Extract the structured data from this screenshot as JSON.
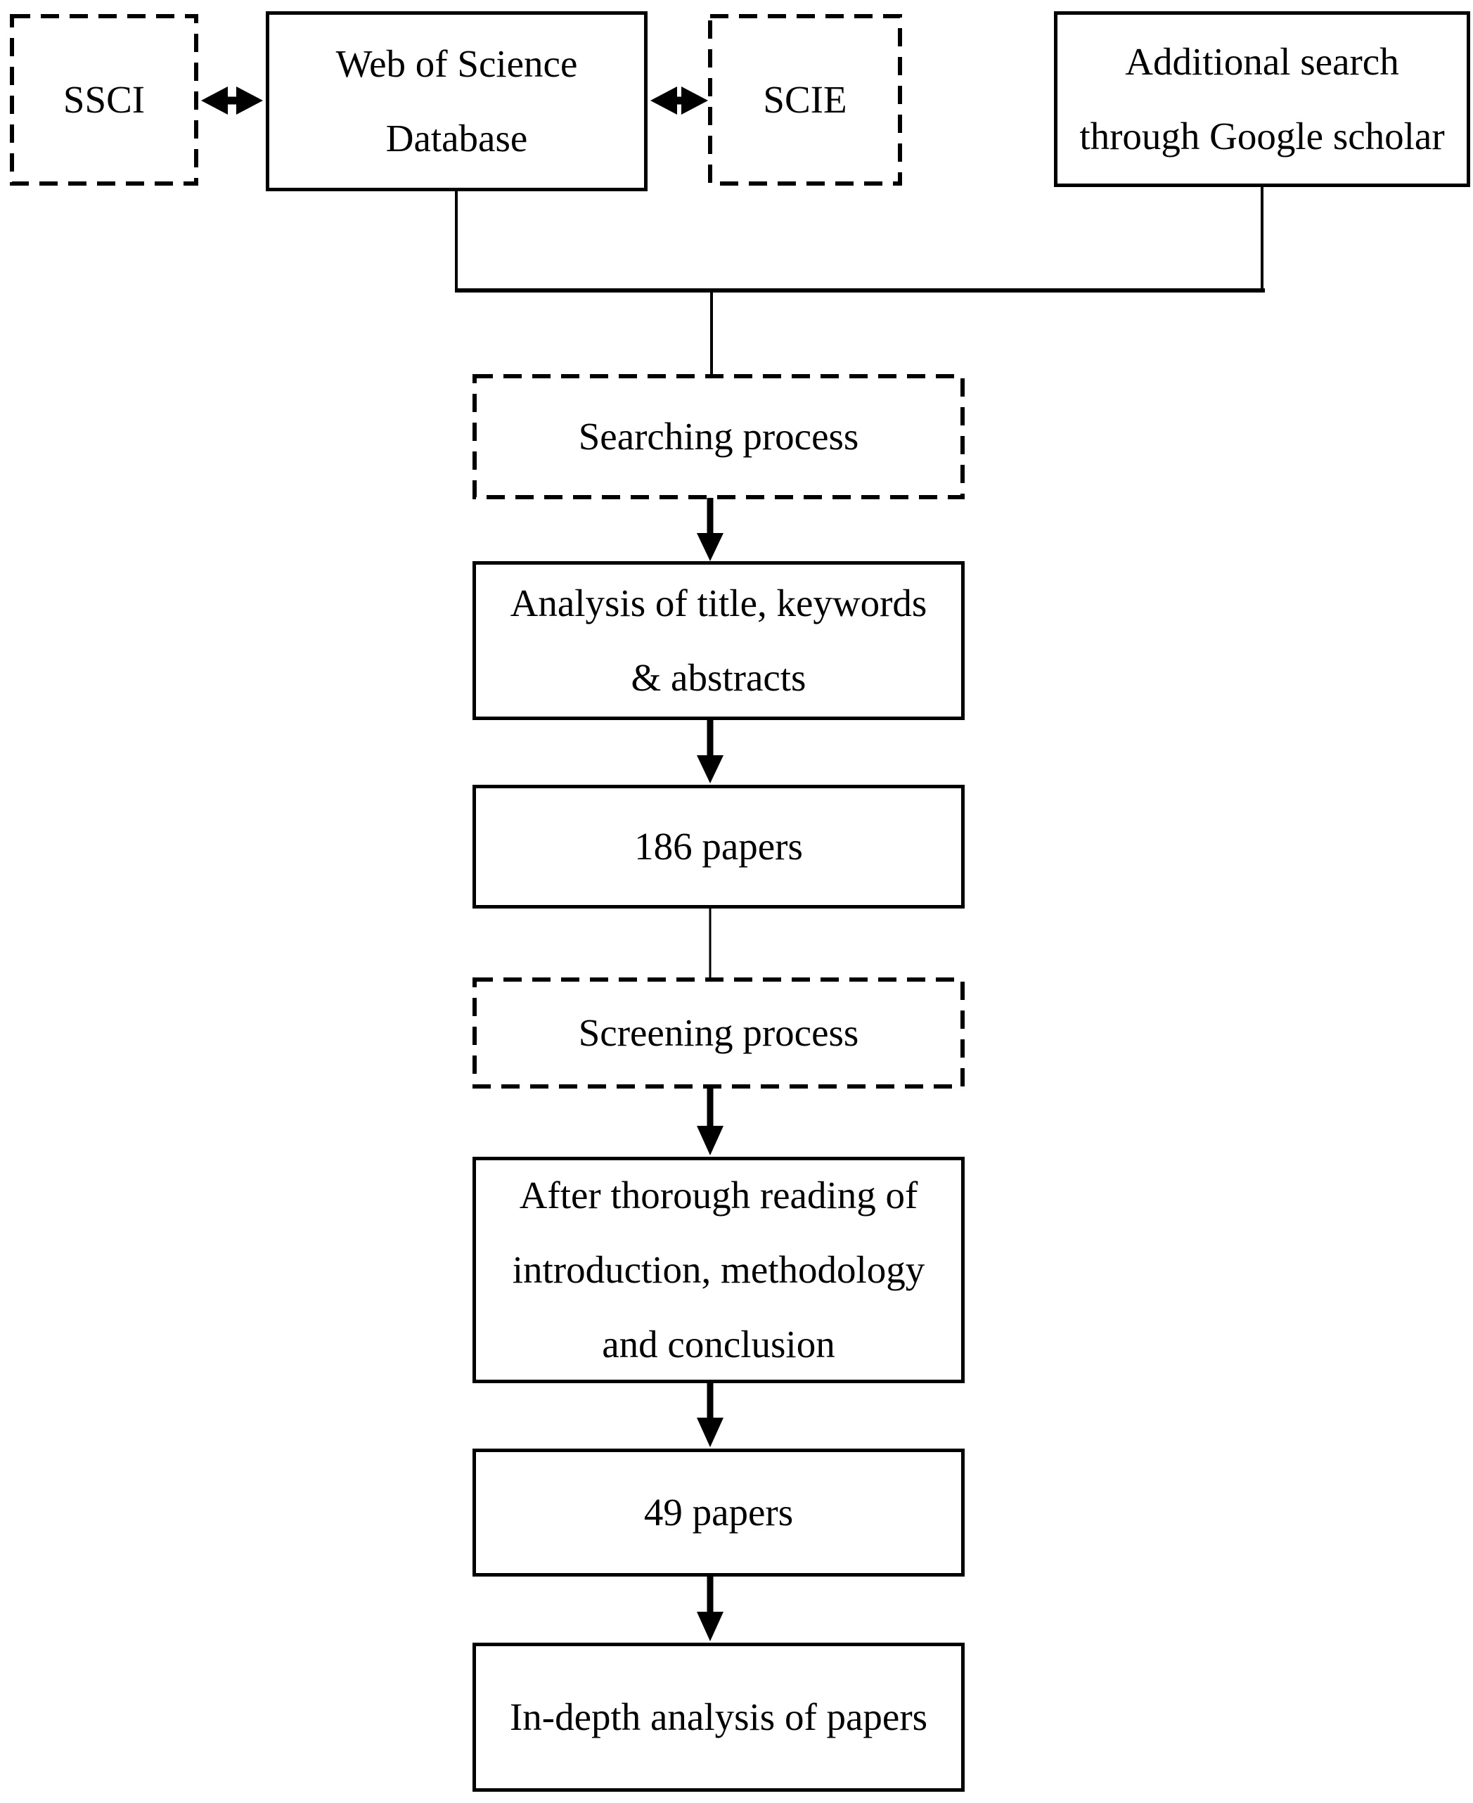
{
  "colors": {
    "background": "#ffffff",
    "line": "#000000",
    "text": "#000000"
  },
  "nodes": {
    "ssci": {
      "lines": [
        "SSCI"
      ],
      "border": "dashed"
    },
    "wos": {
      "lines": [
        "Web of Science",
        "Database"
      ],
      "border": "solid"
    },
    "scie": {
      "lines": [
        "SCIE"
      ],
      "border": "dashed"
    },
    "additional_search": {
      "lines": [
        "Additional search",
        "through Google scholar"
      ],
      "border": "solid"
    },
    "searching_process": {
      "lines": [
        "Searching process"
      ],
      "border": "dashed"
    },
    "analysis_title_keywords": {
      "lines": [
        "Analysis of title, keywords",
        "& abstracts"
      ],
      "border": "solid"
    },
    "papers_186": {
      "lines": [
        "186 papers"
      ],
      "border": "solid"
    },
    "screening_process": {
      "lines": [
        "Screening process"
      ],
      "border": "dashed"
    },
    "thorough_reading": {
      "lines": [
        "After thorough reading of",
        "introduction, methodology",
        "and conclusion"
      ],
      "border": "solid"
    },
    "papers_49": {
      "lines": [
        "49 papers"
      ],
      "border": "solid"
    },
    "in_depth_analysis": {
      "lines": [
        "In-depth analysis of papers"
      ],
      "border": "solid"
    }
  },
  "connections": [
    {
      "from": "ssci",
      "to": "wos",
      "type": "double-arrow"
    },
    {
      "from": "wos",
      "to": "scie",
      "type": "double-arrow"
    },
    {
      "from": "wos",
      "to": "searching_process",
      "type": "line"
    },
    {
      "from": "additional_search",
      "to": "searching_process",
      "type": "line"
    },
    {
      "from": "searching_process",
      "to": "analysis_title_keywords",
      "type": "arrow"
    },
    {
      "from": "analysis_title_keywords",
      "to": "papers_186",
      "type": "arrow"
    },
    {
      "from": "papers_186",
      "to": "screening_process",
      "type": "line"
    },
    {
      "from": "screening_process",
      "to": "thorough_reading",
      "type": "arrow"
    },
    {
      "from": "thorough_reading",
      "to": "papers_49",
      "type": "arrow"
    },
    {
      "from": "papers_49",
      "to": "in_depth_analysis",
      "type": "arrow"
    }
  ]
}
